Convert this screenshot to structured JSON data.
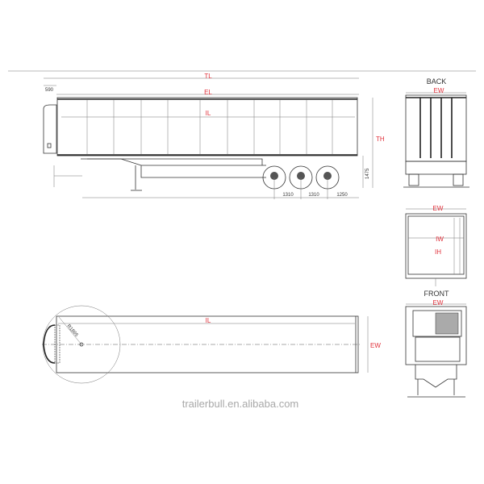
{
  "side_view": {
    "tl_label": "TL",
    "el_label": "EL",
    "il_label": "IL",
    "th_label": "TH",
    "front_overhang": "590",
    "height_dim": "1475",
    "axle_spacing_1": "1310",
    "axle_spacing_2": "1310",
    "rear_overhang": "1250"
  },
  "back_view": {
    "title": "BACK",
    "ew_label": "EW"
  },
  "section_view": {
    "ew_label": "EW",
    "iw_label": "IW",
    "ih_label": "IH"
  },
  "front_view": {
    "title": "FRONT",
    "ew_label": "EW"
  },
  "top_view": {
    "il_label": "IL",
    "ew_label": "EW",
    "radius_label": "R1865"
  },
  "watermark": "trailerbull.en.alibaba.com",
  "colors": {
    "dimension_label": "#e0303a",
    "line": "#333333",
    "watermark": "#a8a8a8"
  }
}
